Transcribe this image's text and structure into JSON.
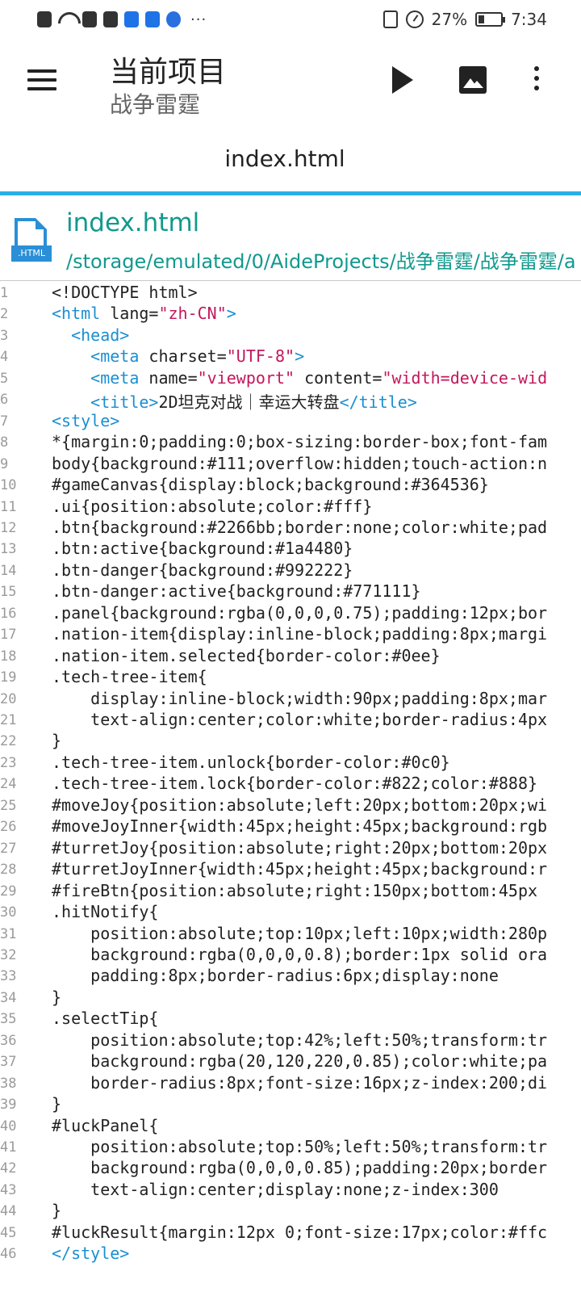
{
  "status_bar": {
    "battery": "27%",
    "time": "7:34",
    "more": "···"
  },
  "app_bar": {
    "title": "当前项目",
    "subtitle": "战争雷霆"
  },
  "tab": {
    "label": "index.html"
  },
  "file": {
    "name": "index.html",
    "icon_label": ".HTML",
    "path": "/storage/emulated/0/AideProjects/战争雷霆/战争雷霆/a"
  },
  "code_lines": [
    {
      "n": "1",
      "parts": [
        [
          "t",
          "<!DOCTYPE html>"
        ]
      ]
    },
    {
      "n": "2",
      "parts": [
        [
          "g",
          "<html"
        ],
        [
          "t",
          " lang="
        ],
        [
          "v",
          "\"zh-CN\""
        ],
        [
          "g",
          ">"
        ]
      ]
    },
    {
      "n": "3",
      "parts": [
        [
          "t",
          "  "
        ],
        [
          "g",
          "<head>"
        ]
      ]
    },
    {
      "n": "4",
      "parts": [
        [
          "t",
          "    "
        ],
        [
          "g",
          "<meta"
        ],
        [
          "t",
          " charset="
        ],
        [
          "v",
          "\"UTF-8\""
        ],
        [
          "g",
          ">"
        ]
      ]
    },
    {
      "n": "5",
      "parts": [
        [
          "t",
          "    "
        ],
        [
          "g",
          "<meta"
        ],
        [
          "t",
          " name="
        ],
        [
          "v",
          "\"viewport\""
        ],
        [
          "t",
          " content="
        ],
        [
          "v",
          "\"width=device-wid"
        ]
      ]
    },
    {
      "n": "6",
      "parts": [
        [
          "t",
          "    "
        ],
        [
          "g",
          "<title>"
        ],
        [
          "t",
          "2D坦克对战｜幸运大转盘"
        ],
        [
          "g",
          "</title>"
        ]
      ]
    },
    {
      "n": "7",
      "parts": [
        [
          "g",
          "<style>"
        ]
      ]
    },
    {
      "n": "8",
      "parts": [
        [
          "t",
          "*{margin:0;padding:0;box-sizing:border-box;font-fam"
        ]
      ]
    },
    {
      "n": "9",
      "parts": [
        [
          "t",
          "body{background:#111;overflow:hidden;touch-action:n"
        ]
      ]
    },
    {
      "n": "10",
      "parts": [
        [
          "t",
          "#gameCanvas{display:block;background:#364536}"
        ]
      ]
    },
    {
      "n": "11",
      "parts": [
        [
          "t",
          ".ui{position:absolute;color:#fff}"
        ]
      ]
    },
    {
      "n": "12",
      "parts": [
        [
          "t",
          ".btn{background:#2266bb;border:none;color:white;pad"
        ]
      ]
    },
    {
      "n": "13",
      "parts": [
        [
          "t",
          ".btn:active{background:#1a4480}"
        ]
      ]
    },
    {
      "n": "14",
      "parts": [
        [
          "t",
          ".btn-danger{background:#992222}"
        ]
      ]
    },
    {
      "n": "15",
      "parts": [
        [
          "t",
          ".btn-danger:active{background:#771111}"
        ]
      ]
    },
    {
      "n": "16",
      "parts": [
        [
          "t",
          ".panel{background:rgba(0,0,0,0.75);padding:12px;bor"
        ]
      ]
    },
    {
      "n": "17",
      "parts": [
        [
          "t",
          ".nation-item{display:inline-block;padding:8px;margi"
        ]
      ]
    },
    {
      "n": "18",
      "parts": [
        [
          "t",
          ".nation-item.selected{border-color:#0ee}"
        ]
      ]
    },
    {
      "n": "19",
      "parts": [
        [
          "t",
          ".tech-tree-item{"
        ]
      ]
    },
    {
      "n": "20",
      "parts": [
        [
          "t",
          "    display:inline-block;width:90px;padding:8px;mar"
        ]
      ]
    },
    {
      "n": "21",
      "parts": [
        [
          "t",
          "    text-align:center;color:white;border-radius:4px"
        ]
      ]
    },
    {
      "n": "22",
      "parts": [
        [
          "t",
          "}"
        ]
      ]
    },
    {
      "n": "23",
      "parts": [
        [
          "t",
          ".tech-tree-item.unlock{border-color:#0c0}"
        ]
      ]
    },
    {
      "n": "24",
      "parts": [
        [
          "t",
          ".tech-tree-item.lock{border-color:#822;color:#888}"
        ]
      ]
    },
    {
      "n": "25",
      "parts": [
        [
          "t",
          "#moveJoy{position:absolute;left:20px;bottom:20px;wi"
        ]
      ]
    },
    {
      "n": "26",
      "parts": [
        [
          "t",
          "#moveJoyInner{width:45px;height:45px;background:rgb"
        ]
      ]
    },
    {
      "n": "27",
      "parts": [
        [
          "t",
          "#turretJoy{position:absolute;right:20px;bottom:20px"
        ]
      ]
    },
    {
      "n": "28",
      "parts": [
        [
          "t",
          "#turretJoyInner{width:45px;height:45px;background:r"
        ]
      ]
    },
    {
      "n": "29",
      "parts": [
        [
          "t",
          "#fireBtn{position:absolute;right:150px;bottom:45px"
        ]
      ]
    },
    {
      "n": "30",
      "parts": [
        [
          "t",
          ".hitNotify{"
        ]
      ]
    },
    {
      "n": "31",
      "parts": [
        [
          "t",
          "    position:absolute;top:10px;left:10px;width:280p"
        ]
      ]
    },
    {
      "n": "32",
      "parts": [
        [
          "t",
          "    background:rgba(0,0,0,0.8);border:1px solid ora"
        ]
      ]
    },
    {
      "n": "33",
      "parts": [
        [
          "t",
          "    padding:8px;border-radius:6px;display:none"
        ]
      ]
    },
    {
      "n": "34",
      "parts": [
        [
          "t",
          "}"
        ]
      ]
    },
    {
      "n": "35",
      "parts": [
        [
          "t",
          ".selectTip{"
        ]
      ]
    },
    {
      "n": "36",
      "parts": [
        [
          "t",
          "    position:absolute;top:42%;left:50%;transform:tr"
        ]
      ]
    },
    {
      "n": "37",
      "parts": [
        [
          "t",
          "    background:rgba(20,120,220,0.85);color:white;pa"
        ]
      ]
    },
    {
      "n": "38",
      "parts": [
        [
          "t",
          "    border-radius:8px;font-size:16px;z-index:200;di"
        ]
      ]
    },
    {
      "n": "39",
      "parts": [
        [
          "t",
          "}"
        ]
      ]
    },
    {
      "n": "40",
      "parts": [
        [
          "t",
          "#luckPanel{"
        ]
      ]
    },
    {
      "n": "41",
      "parts": [
        [
          "t",
          "    position:absolute;top:50%;left:50%;transform:tr"
        ]
      ]
    },
    {
      "n": "42",
      "parts": [
        [
          "t",
          "    background:rgba(0,0,0,0.85);padding:20px;border"
        ]
      ]
    },
    {
      "n": "43",
      "parts": [
        [
          "t",
          "    text-align:center;display:none;z-index:300"
        ]
      ]
    },
    {
      "n": "44",
      "parts": [
        [
          "t",
          "}"
        ]
      ]
    },
    {
      "n": "45",
      "parts": [
        [
          "t",
          "#luckResult{margin:12px 0;font-size:17px;color:#ffc"
        ]
      ]
    },
    {
      "n": "46",
      "parts": [
        [
          "g",
          "</style>"
        ]
      ]
    }
  ],
  "colors": {
    "accent_tab": "#2ab0e6",
    "file_text": "#11998e",
    "tag": "#1a8fd1",
    "value": "#c2185b",
    "icon": "#2a8fd6"
  }
}
